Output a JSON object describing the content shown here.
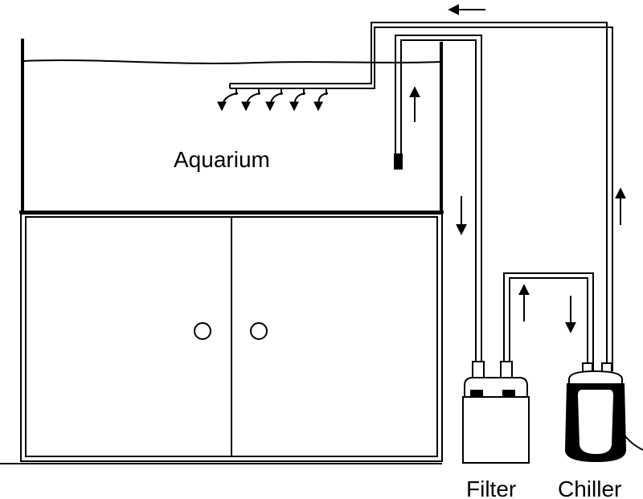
{
  "labels": {
    "aquarium": "Aquarium",
    "filter": "Filter",
    "chiller": "Chiller"
  },
  "colors": {
    "line": "#000000",
    "background": "#ffffff"
  },
  "icons": {
    "flow_arrow": "flow-direction-arrow",
    "spray_arrow": "curved-spray-arrow",
    "door_knob": "circle-knob"
  }
}
